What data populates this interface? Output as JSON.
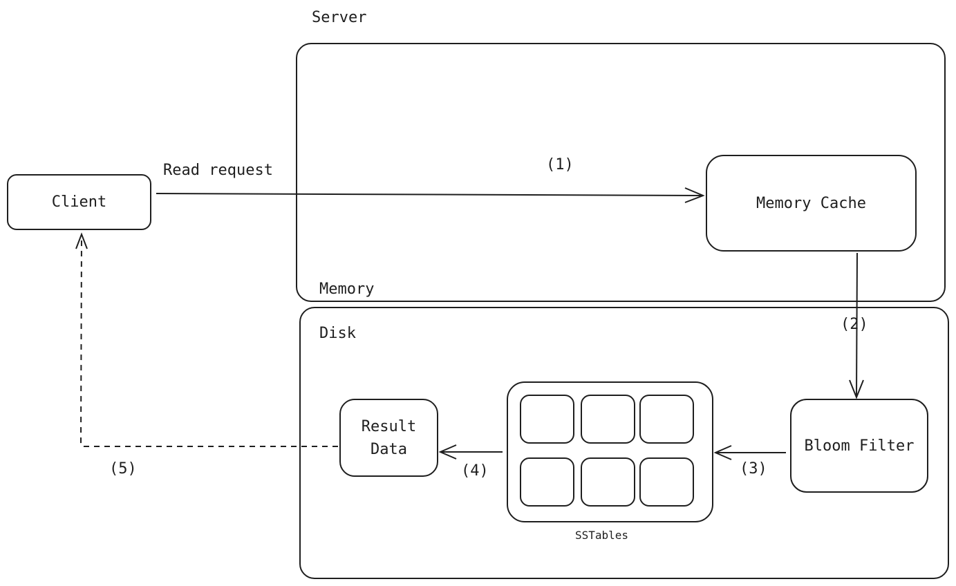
{
  "regions": {
    "server": "Server",
    "memory": "Memory",
    "disk": "Disk"
  },
  "nodes": {
    "client": "Client",
    "memory_cache": "Memory Cache",
    "bloom_filter": "Bloom Filter",
    "result_data_line1": "Result",
    "result_data_line2": "Data",
    "sstables": "SSTables"
  },
  "edges": {
    "read_request": "Read request",
    "step1": "(1)",
    "step2": "(2)",
    "step3": "(3)",
    "step4": "(4)",
    "step5": "(5)"
  },
  "colors": {
    "stroke": "#1e1e1e",
    "background": "#ffffff"
  }
}
